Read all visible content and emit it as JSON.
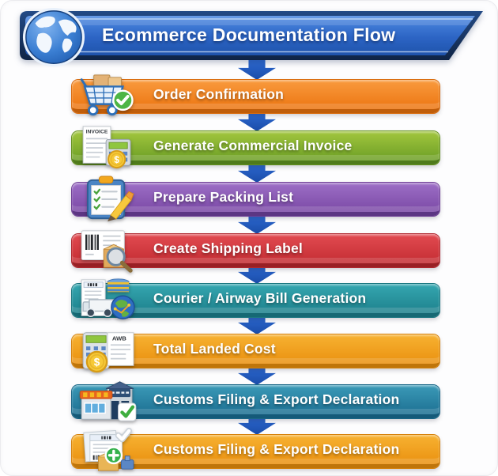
{
  "header": {
    "title": "Ecommerce Documentation Flow",
    "banner_color_top": "#4e8ae2",
    "banner_color_bottom": "#1e53ab",
    "banner_frame_color": "#1d3d72",
    "globe_icon": "globe-icon"
  },
  "arrow": {
    "color_top": "#2e6bd4",
    "color_bottom": "#1a4ca8"
  },
  "steps": [
    {
      "id": "order-confirmation",
      "label": "Order Confirmation",
      "icon": "cart-check-icon",
      "color_top": "#f99b3e",
      "color_bottom": "#ec7612",
      "color_lip": "#c05d09",
      "color_edge": "#d96c0e"
    },
    {
      "id": "generate-commercial-invoice",
      "label": "Generate Commercial Invoice",
      "icon": "invoice-calculator-icon",
      "color_top": "#a2c63e",
      "color_bottom": "#6d9f26",
      "color_lip": "#4f7a1b",
      "color_edge": "#64911f"
    },
    {
      "id": "prepare-packing-list",
      "label": "Prepare Packing List",
      "icon": "packing-list-clipboard-icon",
      "color_top": "#9d6fc6",
      "color_bottom": "#7b49a6",
      "color_lip": "#5c3683",
      "color_edge": "#6f3f96"
    },
    {
      "id": "create-shipping-label",
      "label": "Create Shipping Label",
      "icon": "shipping-label-magnifier-icon",
      "color_top": "#e24b51",
      "color_bottom": "#c42d33",
      "color_lip": "#992025",
      "color_edge": "#b02930"
    },
    {
      "id": "courier-airway-bill-generation",
      "label": "Courier / Airway Bill Generation",
      "icon": "truck-globe-document-icon",
      "color_top": "#35a7b0",
      "color_bottom": "#1e828d",
      "color_lip": "#166974",
      "color_edge": "#1c7781"
    },
    {
      "id": "total-landed-cost",
      "label": "Total Landed Cost",
      "icon": "calculator-awb-coin-icon",
      "color_top": "#f7b232",
      "color_bottom": "#ea9110",
      "color_lip": "#bf750a",
      "color_edge": "#d6820c"
    },
    {
      "id": "customs-filing-export-declaration",
      "label": "Customs Filing & Export Declaration",
      "icon": "customs-building-check-icon",
      "color_top": "#3b9ab8",
      "color_bottom": "#1d7093",
      "color_lip": "#155a79",
      "color_edge": "#1a6787"
    },
    {
      "id": "customs-filing-export-declaration-2",
      "label": "Customs Filing & Export Declaration",
      "icon": "customs-documents-box-icon",
      "color_top": "#f7b232",
      "color_bottom": "#ea9110",
      "color_lip": "#bf750a",
      "color_edge": "#d6820c"
    }
  ]
}
